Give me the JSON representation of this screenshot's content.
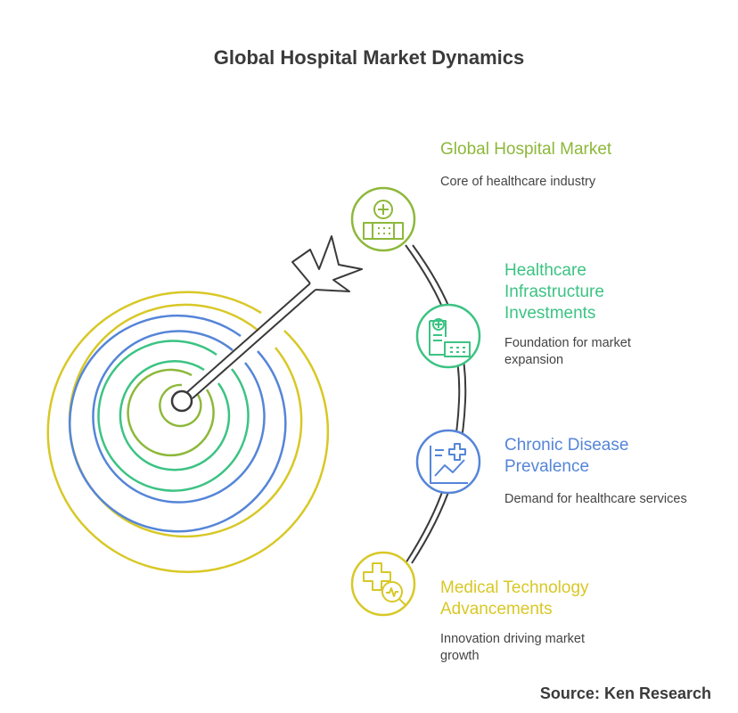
{
  "title": "Global Hospital Market Dynamics",
  "source": "Source: Ken Research",
  "colors": {
    "green": "#8db83a",
    "teal": "#3cc383",
    "blue": "#5585d8",
    "yellow": "#d8c826",
    "dark": "#3a3a3a"
  },
  "items": [
    {
      "title_lines": [
        "Global Hospital Market"
      ],
      "description_lines": [
        "Core of healthcare industry"
      ],
      "icon": "hospital-building-icon",
      "color": "#8db83a"
    },
    {
      "title_lines": [
        "Healthcare",
        "Infrastructure",
        "Investments"
      ],
      "description_lines": [
        "Foundation for market",
        "expansion"
      ],
      "icon": "medical-document-building-icon",
      "color": "#3cc383"
    },
    {
      "title_lines": [
        "Chronic Disease",
        "Prevalence"
      ],
      "description_lines": [
        "Demand for healthcare services"
      ],
      "icon": "health-chart-icon",
      "color": "#5585d8"
    },
    {
      "title_lines": [
        "Medical Technology",
        "Advancements"
      ],
      "description_lines": [
        "Innovation driving market",
        "growth"
      ],
      "icon": "medical-cross-magnifier-icon",
      "color": "#d8c826"
    }
  ],
  "target": {
    "icon": "target-arrow-icon"
  }
}
